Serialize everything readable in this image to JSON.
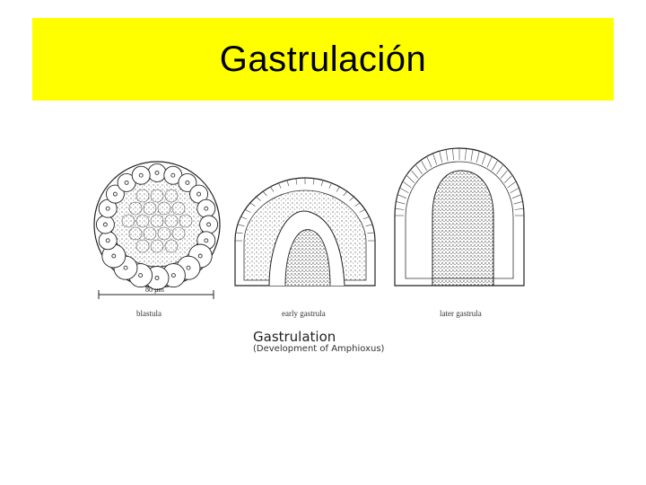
{
  "slide": {
    "title": "Gastrulación",
    "title_bg": "#ffff00"
  },
  "figure": {
    "stages": [
      {
        "label": "blastula"
      },
      {
        "label": "early gastrula"
      },
      {
        "label": "later gastrula"
      }
    ],
    "scale_label": "80 µm",
    "caption_main": "Gastrulation",
    "caption_sub": "(Development of Amphioxus)"
  }
}
